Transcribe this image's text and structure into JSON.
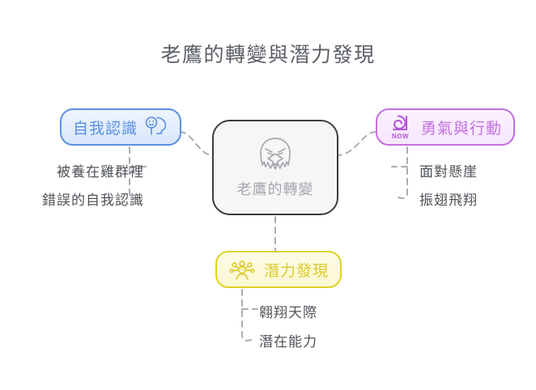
{
  "title": "老鷹的轉變與潛力發現",
  "center": {
    "label": "老鷹的轉變",
    "icon": "eagle-head-icon",
    "border_color": "#3c3c41",
    "fill_color": "#f5f6f7",
    "text_color": "#a6a8ac"
  },
  "branches": [
    {
      "id": "self-awareness",
      "label": "自我認識",
      "icon": "head-profile-smiley-icon",
      "position": "left",
      "color": "#5a8fe0",
      "fill_color": "#e4eefc",
      "children": [
        "被養在雞群裡",
        "錯誤的自我認識"
      ]
    },
    {
      "id": "courage-action",
      "label": "勇氣與行動",
      "icon": "now-spiral-icon",
      "position": "right",
      "color": "#c36fe0",
      "fill_color": "#f7eafd",
      "children": [
        "面對懸崖",
        "振翅飛翔"
      ]
    },
    {
      "id": "potential-discovery",
      "label": "潛力發現",
      "icon": "person-idea-rays-icon",
      "position": "bottom",
      "color": "#dbcb2a",
      "fill_color": "#fcf9dd",
      "children": [
        "翱翔天際",
        "潛在能力"
      ]
    }
  ],
  "icon_labels": {
    "now": "NOW"
  },
  "connector": {
    "style": "dashed",
    "color": "#a9acb1"
  },
  "canvas": {
    "background": "#ffffff",
    "title_color": "#5b5f66",
    "leaf_text_color": "#4f5358"
  }
}
